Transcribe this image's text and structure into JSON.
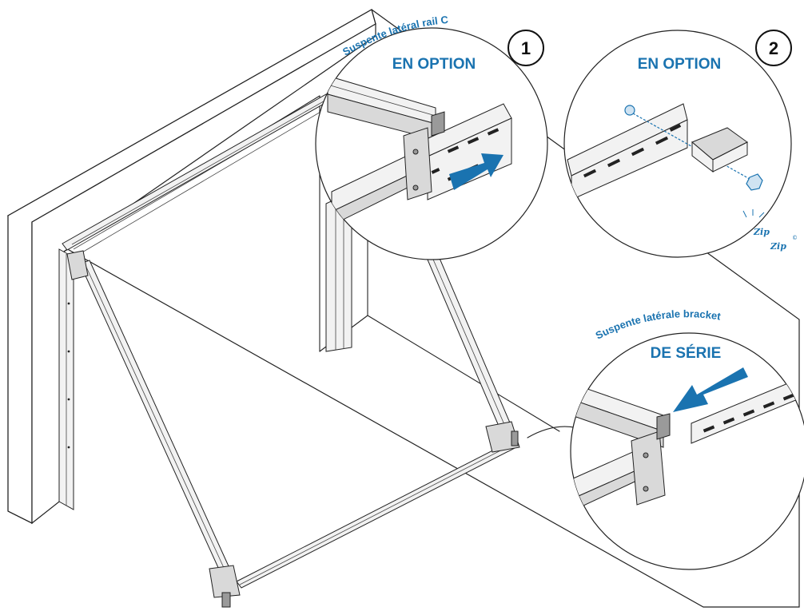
{
  "callouts": {
    "detail1": {
      "curved_label": "Suspente latéral rail C",
      "badge": "1",
      "option_label": "EN OPTION"
    },
    "detail2": {
      "badge": "2",
      "option_label": "EN OPTION",
      "brand_mark": "ZipZip",
      "brand_text_1": "Zip",
      "brand_text_2": "Zip",
      "brand_symbol": "©"
    },
    "detail3": {
      "curved_label": "Suspente latérale bracket",
      "standard_label": "DE SÉRIE"
    }
  },
  "colors": {
    "accent": "#1a73b0",
    "line": "#222222"
  },
  "icons": [
    "arrow-right-icon",
    "arrow-left-icon",
    "number-badge-1-icon",
    "number-badge-2-icon"
  ]
}
